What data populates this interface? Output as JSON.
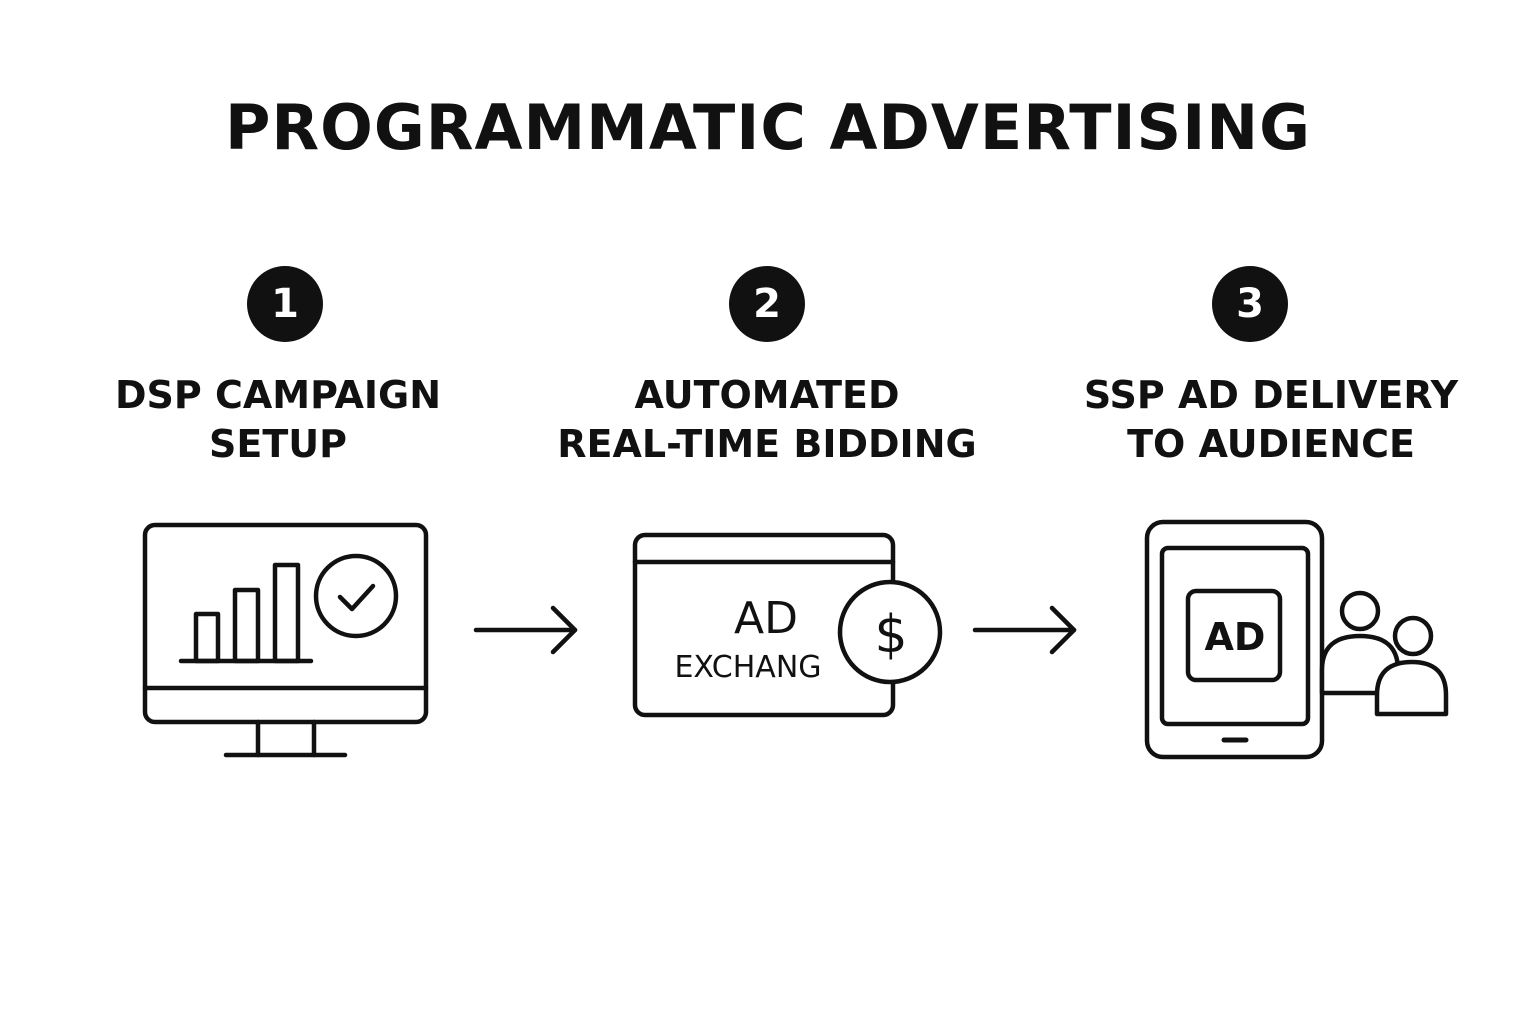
{
  "title": "PROGRAMMATIC ADVERTISING",
  "steps": [
    {
      "number": "1",
      "label_lines": [
        "DSP CAMPAIGN",
        "SETUP"
      ],
      "icon": "monitor-bar-chart-check-icon"
    },
    {
      "number": "2",
      "label_lines": [
        "AUTOMATED",
        "REAL-TIME BIDDING"
      ],
      "icon": "ad-exchange-dollar-icon",
      "icon_text": [
        "AD",
        "EXCHANG"
      ],
      "icon_symbol": "$"
    },
    {
      "number": "3",
      "label_lines": [
        "SSP AD DELIVERY",
        "TO AUDIENCE"
      ],
      "icon": "tablet-ad-audience-icon",
      "icon_text": [
        "AD"
      ]
    }
  ],
  "colors": {
    "ink": "#111111",
    "background": "#ffffff",
    "badge_text": "#ffffff"
  }
}
